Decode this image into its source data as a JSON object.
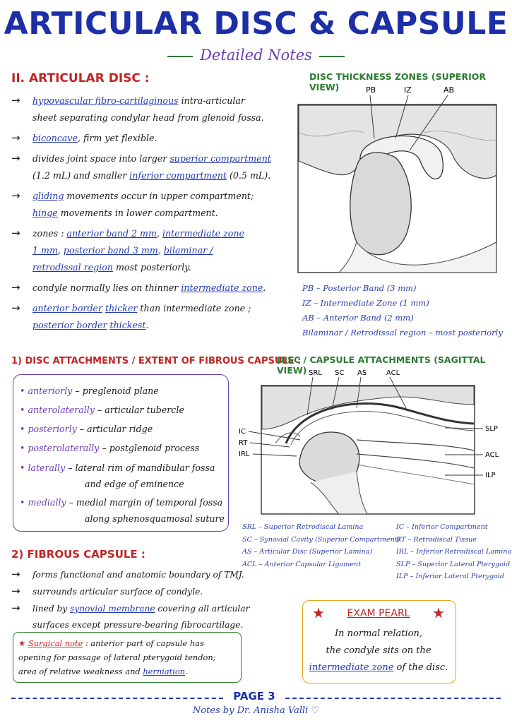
{
  "header": {
    "title": "ARTICULAR DISC & CAPSULE",
    "subtitle": "Detailed Notes"
  },
  "section_disc": {
    "heading": "II. ARTICULAR DISC :",
    "bullets": [
      {
        "l1a": "hypovascular fibro-cartilaginous",
        "l1b": " intra-articular",
        "l2": "sheet separating condylar head from glenoid fossa."
      },
      {
        "a": "biconcave",
        "b": ", firm yet flexible."
      },
      {
        "l1a": "divides joint space into larger ",
        "l1b": "superior compartment",
        "l2a": "(1.2 mL) and smaller ",
        "l2b": "inferior compartment",
        "l2c": " (0.5 mL)."
      },
      {
        "l1a": "gliding",
        "l1b": " movements occur in upper compartment;",
        "l2a": "hinge",
        "l2b": " movements in lower compartment."
      },
      {
        "l1a": "zones : ",
        "l1b": "anterior band  2 mm",
        "l1c": ", ",
        "l1d": "intermediate zone",
        "l2a": "1 mm",
        "l2b": ", ",
        "l2c": "posterior band  3 mm",
        "l2d": ", ",
        "l2e": "bilaminar /",
        "l3a": "retrodissal region",
        "l3b": " most posteriorly."
      },
      {
        "a": "condyle normally lies on thinner ",
        "b": "intermediate zone",
        "c": "."
      },
      {
        "l1a": "anterior border",
        "l1b": " ",
        "l1c": "thicker",
        "l1d": " than intermediate zone ;",
        "l2a": "posterior border",
        "l2b": " ",
        "l2c": "thickest",
        "l2d": "."
      }
    ]
  },
  "diagram1": {
    "heading": "DISC THICKNESS ZONES (SUPERIOR VIEW)",
    "labels": [
      "PB",
      "IZ",
      "AB"
    ],
    "legend": [
      "PB  –  Posterior Band (3 mm)",
      "IZ  –  Intermediate Zone (1 mm)",
      "AB  –  Anterior Band (2 mm)",
      "Bilaminar / Retrodissal region – most posteriorly"
    ]
  },
  "section_attach": {
    "heading": "1) DISC ATTACHMENTS / EXTENT OF FIBROUS CAPSULE :",
    "items": [
      {
        "dir": "anteriorly",
        "text": " – preglenoid plane",
        "cont": ""
      },
      {
        "dir": "anterolaterally",
        "text": " – articular tubercle",
        "cont": ""
      },
      {
        "dir": "posteriorly",
        "text": " – articular ridge",
        "cont": ""
      },
      {
        "dir": "posterolaterally",
        "text": " – postglenoid process",
        "cont": ""
      },
      {
        "dir": "laterally",
        "text": " – lateral rim of mandibular fossa",
        "cont": "and edge of eminence"
      },
      {
        "dir": "medially",
        "text": " – medial margin of temporal fossa",
        "cont": "along sphenosquamosal suture"
      }
    ]
  },
  "diagram2": {
    "heading": "DISC / CAPSULE ATTACHMENTS (SAGITTAL VIEW)",
    "top_labels": [
      "SRL",
      "SC",
      "AS",
      "ACL"
    ],
    "left_labels": [
      "IC",
      "RT",
      "IRL"
    ],
    "right_labels": [
      "SLP",
      "ACL",
      "ILP"
    ],
    "legend_left": [
      "SRL – Superior Retrodiscal Lamina",
      "SC  – Synovial Cavity (Superior Compartment)",
      "AS  – Articular Disc (Superior Lamina)",
      "ACL – Anterior Capsular Ligament"
    ],
    "legend_right": [
      "IC  –  Inferior Compartment",
      "RT  –  Retrodiscal Tissue",
      "IRL – Inferior Retrodiscal Lamina",
      "SLP – Superior Lateral Pterygoid",
      "ILP – Inferior Lateral Pterygoid"
    ]
  },
  "section_capsule": {
    "heading": "2) FIBROUS CAPSULE :",
    "b1": "forms functional and anatomic boundary of TMJ.",
    "b2": "surrounds articular surface of condyle.",
    "b3a": "lined by ",
    "b3b": "synovial membrane",
    "b3c": " covering all articular",
    "b3d": "surfaces except pressure-bearing fibrocartilage."
  },
  "surgical_note": {
    "label": "Surgical note",
    "l1": " : anterior part of capsule has",
    "l2": "opening for passage of lateral pterygoid tendon;",
    "l3a": "area of relative weakness and ",
    "l3b": "herniation",
    "l3c": "."
  },
  "exam_pearl": {
    "title": "EXAM PEARL",
    "l1": "In normal relation,",
    "l2": "the condyle sits on the",
    "l3a": "intermediate zone",
    "l3b": " of the disc."
  },
  "footer": {
    "page": "PAGE 3",
    "credit": "Notes by Dr. Anisha Valli ♡"
  }
}
